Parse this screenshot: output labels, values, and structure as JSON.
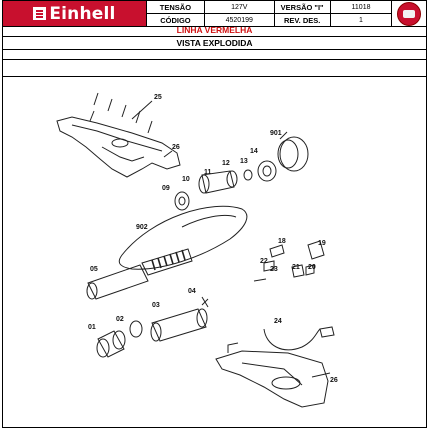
{
  "brand": {
    "name": "Einhell",
    "color": "#c8102e"
  },
  "header": {
    "tensao_label": "TENSÃO",
    "tensao_value": "127V",
    "versao_label": "VERSÃO \"I\"",
    "versao_value": "11018",
    "codigo_label": "CÓDIGO",
    "codigo_value": "4520199",
    "rev_label": "REV. DES.",
    "rev_value": "1"
  },
  "line_title": "LINHA VERMELHA",
  "view_title": "VISTA EXPLODIDA",
  "parts": [
    "25",
    "26",
    "901",
    "14",
    "13",
    "12",
    "11",
    "10",
    "09",
    "902",
    "18",
    "19",
    "22",
    "23",
    "21",
    "20",
    "05",
    "04",
    "03",
    "02",
    "01",
    "24",
    "26"
  ],
  "colors": {
    "line_title": "#d01010",
    "seal": "#c8102e"
  }
}
